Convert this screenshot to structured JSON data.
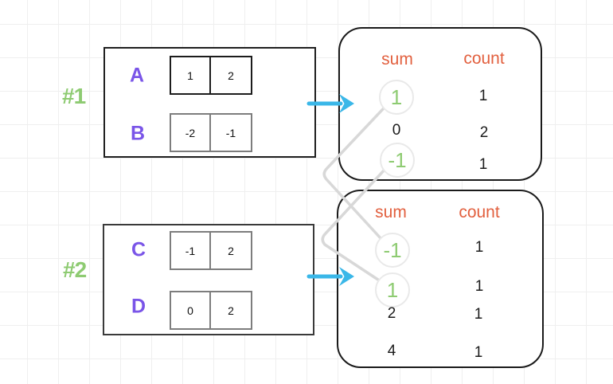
{
  "colors": {
    "purple": "#7a55e8",
    "green": "#8ecb72",
    "orange": "#e2603f",
    "cyan": "#3ab7e8",
    "connector": "#d8d8d8"
  },
  "example1": {
    "label": "#1",
    "box": {
      "rows": [
        {
          "name": "A",
          "cells": [
            "1",
            "2"
          ]
        },
        {
          "name": "B",
          "cells": [
            "-2",
            "-1"
          ]
        }
      ]
    },
    "table": {
      "headers": {
        "sum": "sum",
        "count": "count"
      },
      "rows": [
        {
          "sum": "1",
          "count": "1",
          "highlighted": true
        },
        {
          "sum": "0",
          "count": "2",
          "highlighted": false
        },
        {
          "sum": "-1",
          "count": "1",
          "highlighted": true
        }
      ]
    }
  },
  "example2": {
    "label": "#2",
    "box": {
      "rows": [
        {
          "name": "C",
          "cells": [
            "-1",
            "2"
          ]
        },
        {
          "name": "D",
          "cells": [
            "0",
            "2"
          ]
        }
      ]
    },
    "table": {
      "headers": {
        "sum": "sum",
        "count": "count"
      },
      "rows": [
        {
          "sum": "-1",
          "count": "1",
          "highlighted": true
        },
        {
          "sum": "1",
          "count": "1",
          "highlighted": true
        },
        {
          "sum": "2",
          "count": "1",
          "highlighted": false
        },
        {
          "sum": "4",
          "count": "1",
          "highlighted": false
        }
      ]
    }
  },
  "connections": [
    {
      "from": "example1 sum 1",
      "to": "example2 sum -1"
    },
    {
      "from": "example1 sum -1",
      "to": "example2 sum 1"
    }
  ]
}
